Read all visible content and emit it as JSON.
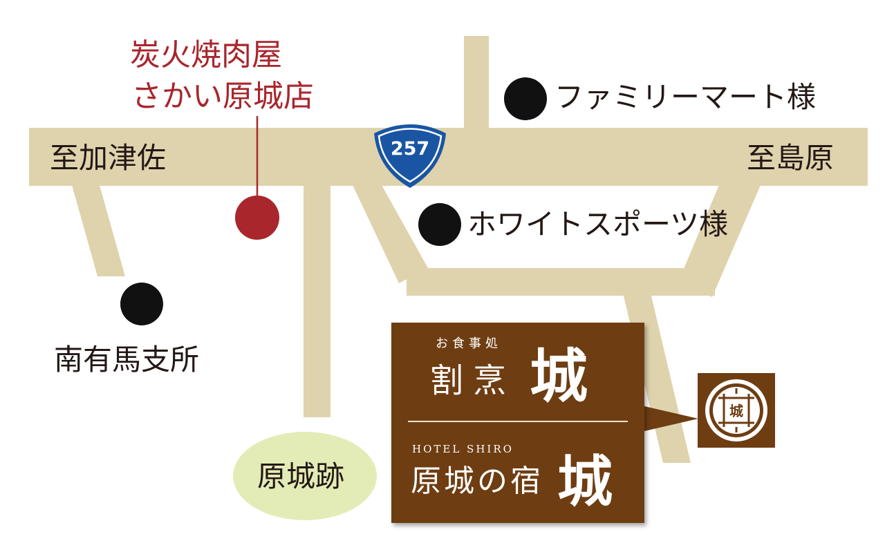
{
  "map": {
    "colors": {
      "road": "#dfd3ad",
      "restaurant_dot": "#a8262c",
      "landmark_dot": "#111111",
      "card_bg": "#6e3d12",
      "park_fill": "#e3ecb6",
      "route_shield_blue": "#1a55a3"
    },
    "restaurant": {
      "line1": "炭火焼肉屋",
      "line2": "さかい原城店"
    },
    "route_shield": {
      "number": "257"
    },
    "directions": {
      "west": "至加津佐",
      "east": "至島原"
    },
    "landmarks": {
      "family_mart": "ファミリーマート様",
      "white_sports": "ホワイトスポーツ様",
      "minami_arima": "南有馬支所",
      "hara_castle": "原城跡"
    },
    "card": {
      "top_small": "お食事処",
      "top_main": "割烹",
      "top_big": "城",
      "hotel_en": "HOTEL SHIRO",
      "bottom_main": "原城の宿",
      "bottom_big": "城"
    },
    "emblem": {
      "center": "城"
    }
  }
}
